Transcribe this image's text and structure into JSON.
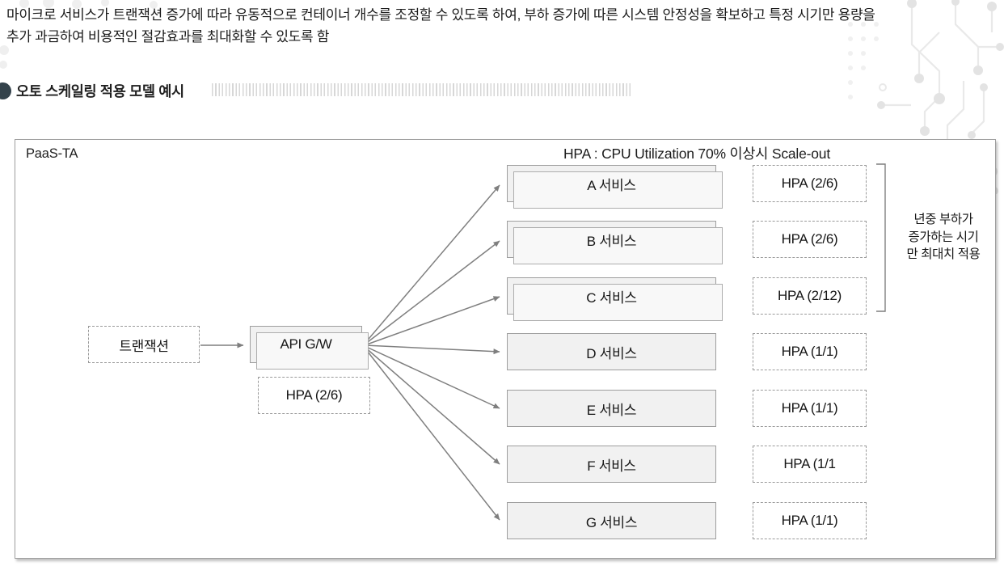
{
  "intro": {
    "line1": "마이크로 서비스가 트랜잭션 증가에 따라 유동적으로 컨테이너 개수를 조정할 수 있도록 하여, 부하 증가에 따른 시스템 안정성을 확보하고 특정 시기만 용량을",
    "line2": "추가 과금하여 비용적인 절감효과를 최대화할 수 있도록 함"
  },
  "section": {
    "title": "오토 스케일링 적용 모델 예시"
  },
  "diagram": {
    "platform_label": "PaaS-TA",
    "hpa_rule_title": "HPA : CPU Utilization 70% 이상시 Scale-out",
    "transaction_label": "트랜잭션",
    "gateway_label": "API G/W",
    "gateway_hpa_label": "HPA (2/6)",
    "services": [
      {
        "label": "A 서비스",
        "hpa": "HPA (2/6)",
        "stacked": true
      },
      {
        "label": "B 서비스",
        "hpa": "HPA (2/6)",
        "stacked": true
      },
      {
        "label": "C 서비스",
        "hpa": "HPA (2/12)",
        "stacked": true
      },
      {
        "label": "D 서비스",
        "hpa": "HPA (1/1)",
        "stacked": false
      },
      {
        "label": "E 서비스",
        "hpa": "HPA (1/1)",
        "stacked": false
      },
      {
        "label": "F 서비스",
        "hpa": "HPA (1/1",
        "stacked": false
      },
      {
        "label": "G 서비스",
        "hpa": "HPA (1/1)",
        "stacked": false
      }
    ],
    "bracket_note": {
      "line1": "년중 부하가",
      "line2": "증가하는 시기",
      "line3": "만 최대치 적용"
    }
  },
  "colors": {
    "bullet": "#33424b",
    "box_fill": "#f1f1f1",
    "box_border": "#9e9e9e",
    "dashed_border": "#9a9a9a",
    "arrow": "#7f7f7f",
    "text": "#1b1b1b",
    "stripe": "#d7d7d7",
    "circuit_pattern": "#e9e9e9"
  }
}
